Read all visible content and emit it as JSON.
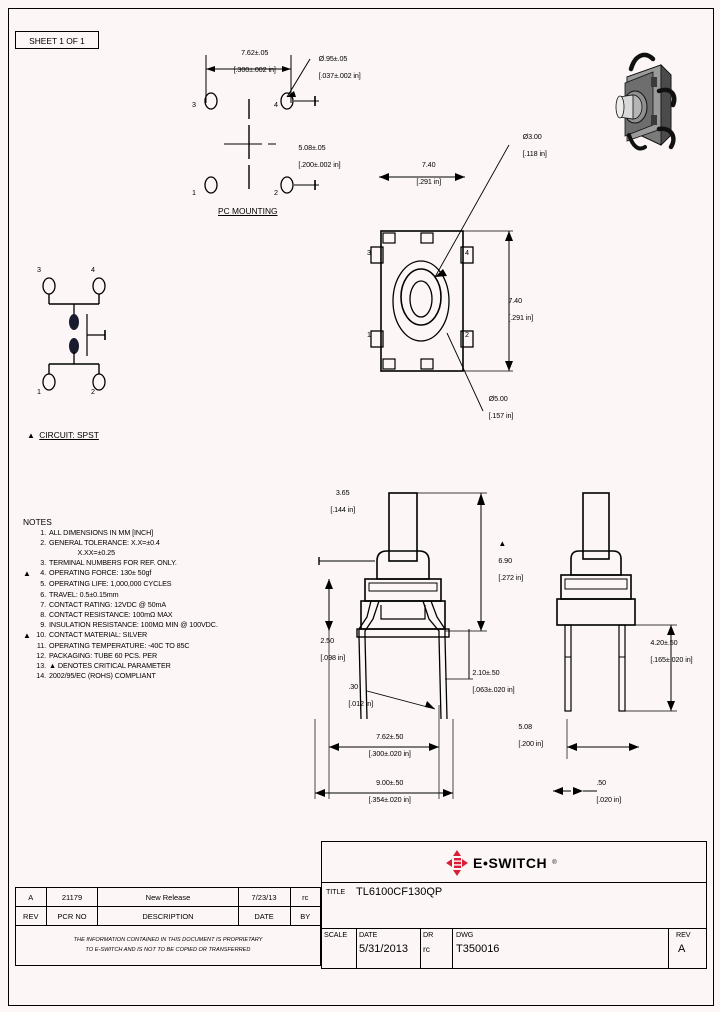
{
  "sheet": {
    "label": "SHEET 1 OF 1"
  },
  "pc_mounting": {
    "title": "PC MOUNTING",
    "width_dim": "7.62±.05",
    "width_dim_in": "[.300±.002 in]",
    "height_dim": "5.08±.05",
    "height_dim_in": "[.200±.002 in]",
    "hole_dia": "Ø.95±.05",
    "hole_dia_in": "[.037±.002 in]",
    "pads": [
      "3",
      "4",
      "1",
      "2"
    ]
  },
  "top_view": {
    "width_dim": "7.40",
    "width_dim_in": "[.291 in]",
    "height_dim": "7.40",
    "height_dim_in": "[.291 in]",
    "plunger_dia": "Ø3.00",
    "plunger_dia_in": "[.118 in]",
    "boss_dia": "Ø5.00",
    "boss_dia_in": "[.157 in]",
    "terminals": [
      "3",
      "4",
      "1",
      "2"
    ]
  },
  "circuit": {
    "label": "CIRCUIT: SPST",
    "terminals": [
      "3",
      "4",
      "1",
      "2"
    ]
  },
  "notes": {
    "header": "NOTES",
    "items": [
      {
        "num": "1.",
        "text": "ALL DIMENSIONS IN MM [INCH]",
        "critical": false
      },
      {
        "num": "2.",
        "text": "GENERAL TOLERANCE: X.X=±0.4",
        "critical": false
      },
      {
        "num": "",
        "text": "               X.XX=±0.25",
        "critical": false
      },
      {
        "num": "3.",
        "text": "TERMINAL NUMBERS FOR REF. ONLY.",
        "critical": false
      },
      {
        "num": "4.",
        "text": "OPERATING FORCE: 130± 50gf",
        "critical": true
      },
      {
        "num": "5.",
        "text": "OPERATING LIFE: 1,000,000 CYCLES",
        "critical": false
      },
      {
        "num": "6.",
        "text": "TRAVEL: 0.5±0.15mm",
        "critical": false
      },
      {
        "num": "7.",
        "text": "CONTACT RATING: 12VDC @ 50mA",
        "critical": false
      },
      {
        "num": "8.",
        "text": "CONTACT RESISTANCE: 100mΩ MAX",
        "critical": false
      },
      {
        "num": "9.",
        "text": "INSULATION RESISTANCE: 100MΩ MIN @ 100VDC.",
        "critical": false
      },
      {
        "num": "10.",
        "text": "CONTACT MATERIAL: SILVER",
        "critical": true
      },
      {
        "num": "11.",
        "text": "OPERATING TEMPERATURE: -40C TO 85C",
        "critical": false
      },
      {
        "num": "12.",
        "text": "PACKAGING: TUBE 60 PCS. PER",
        "critical": false
      },
      {
        "num": "13.",
        "text": "▲ DENOTES CRITICAL PARAMETER",
        "critical": false
      },
      {
        "num": "14.",
        "text": "2002/95/EC (ROHS) COMPLIANT",
        "critical": false
      }
    ]
  },
  "side_view": {
    "plunger_h": "3.65",
    "plunger_h_in": "[.144 in]",
    "total_h": "6.90",
    "total_h_in": "[.272 in]",
    "body_h": "2.50",
    "body_h_in": "[.098 in]",
    "lead_t": ".30",
    "lead_t_in": "[.012 in]",
    "lead_pitch": "7.62±.50",
    "lead_pitch_in": "[.300±.020 in]",
    "lead_span": "9.00±.50",
    "lead_span_in": "[.354±.020 in]",
    "standoff": "2.10±.50",
    "standoff_in": "[.063±.020 in]"
  },
  "end_view": {
    "lead_len": "4.20±.50",
    "lead_len_in": "[.165±.020 in]",
    "pitch": "5.08",
    "pitch_in": "[.200 in]",
    "lead_w": ".50",
    "lead_w_in": "[.020 in]"
  },
  "revision_table": {
    "headers": [
      "REV",
      "PCR NO",
      "DESCRIPTION",
      "DATE",
      "BY"
    ],
    "rows": [
      {
        "rev": "A",
        "pcr": "21179",
        "description": "New Release",
        "date": "7/23/13",
        "by": "rc"
      }
    ]
  },
  "proprietary": {
    "line1": "THE INFORMATION CONTAINED IN THIS DOCUMENT IS PROPRIETARY",
    "line2": "TO E-SWITCH AND IS NOT TO BE COPIED OR TRANSFERRED"
  },
  "title_block": {
    "logo_text": "E•SWITCH",
    "logo_color": "#d81f35",
    "trademark": "®",
    "title_label": "TITLE",
    "title_value": "TL6100CF130QP",
    "scale_label": "SCALE",
    "scale_value": "",
    "date_label": "DATE",
    "date_value": "5/31/2013",
    "dr_label": "DR",
    "dr_value": "rc",
    "dwg_label": "DWG",
    "dwg_value": "T350016",
    "rev_label": "REV",
    "rev_value": "A"
  }
}
